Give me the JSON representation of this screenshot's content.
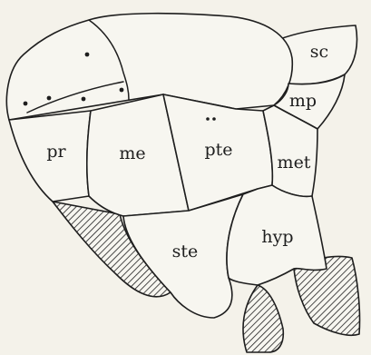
{
  "figure": {
    "labels": {
      "sc": "sc",
      "mp": "mp",
      "pr": "pr",
      "me": "me",
      "pte": "pte",
      "met": "met",
      "ste": "ste",
      "hyp": "hyp"
    },
    "colors": {
      "background": "#f4f2ea",
      "ink": "#1e1e1e",
      "fill": "#f7f6f0"
    }
  }
}
